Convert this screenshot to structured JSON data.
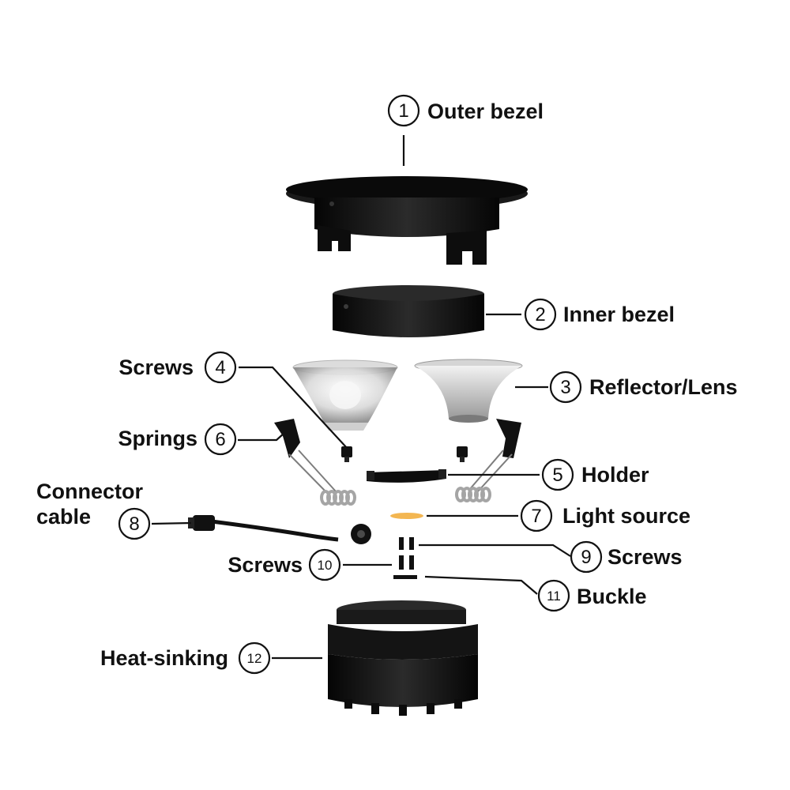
{
  "colors": {
    "part_body": "#111111",
    "part_edge": "#2a2a2a",
    "lens_glass": "#e6e6e6",
    "reflector_inner": "#bdbdbd",
    "light_source": "#f3b651",
    "spring": "#b8b8b8",
    "leader_line": "#111111"
  },
  "callouts": [
    {
      "number": "1",
      "label": "Outer bezel"
    },
    {
      "number": "2",
      "label": "Inner bezel"
    },
    {
      "number": "3",
      "label": "Reflector/Lens"
    },
    {
      "number": "4",
      "label": "Screws"
    },
    {
      "number": "5",
      "label": "Holder"
    },
    {
      "number": "6",
      "label": "Springs"
    },
    {
      "number": "7",
      "label": "Light source"
    },
    {
      "number": "8",
      "label": "Connector cable"
    },
    {
      "number": "9",
      "label": "Screws"
    },
    {
      "number": "10",
      "label": "Screws"
    },
    {
      "number": "11",
      "label": "Buckle"
    },
    {
      "number": "12",
      "label": "Heat-sinking"
    }
  ]
}
